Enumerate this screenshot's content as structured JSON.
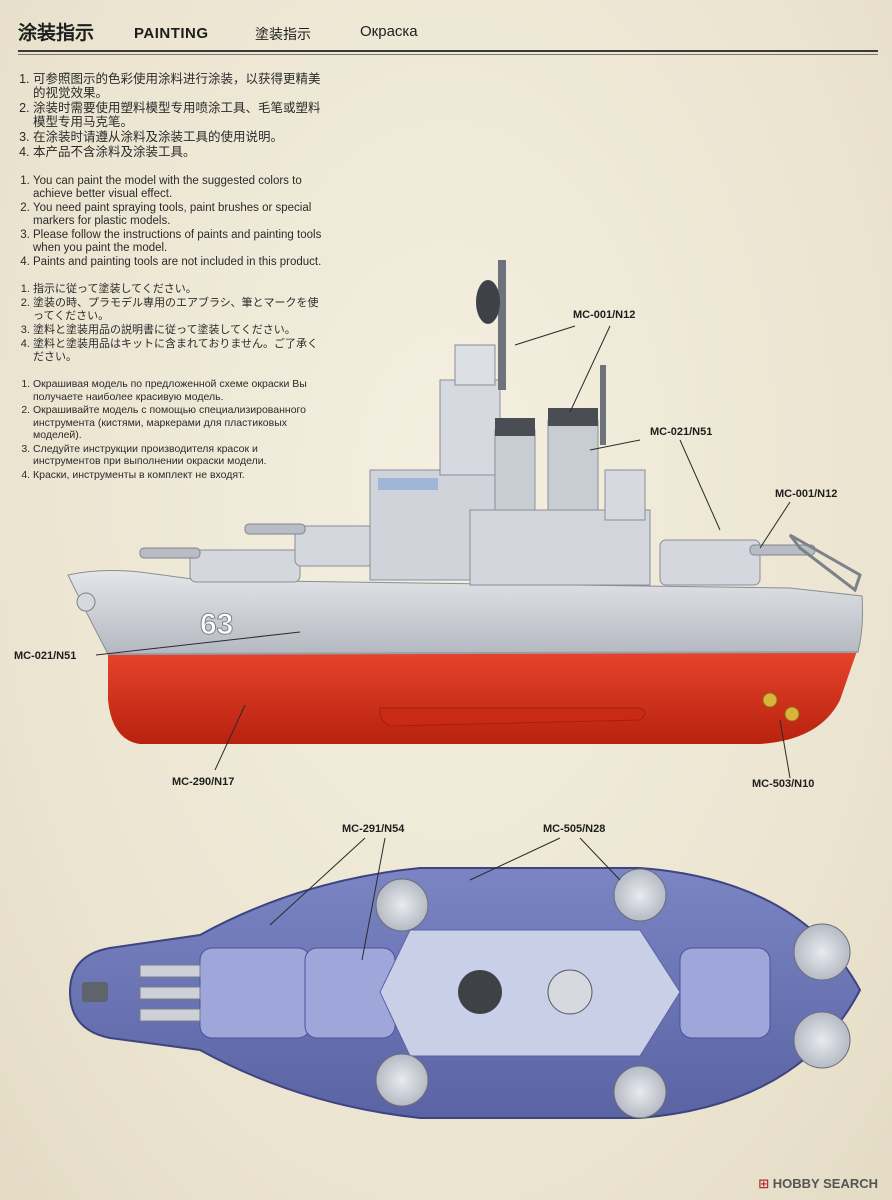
{
  "header": {
    "title_zh": "涂装指示",
    "title_en": "PAINTING",
    "title_ja": "塗装指示",
    "title_ru": "Окраска"
  },
  "instructions": {
    "zh": [
      "可参照图示的色彩使用涂料进行涂装，以获得更精美的视觉效果。",
      "涂装时需要使用塑料模型专用喷涂工具、毛笔或塑料模型专用马克笔。",
      "在涂装时请遵从涂料及涂装工具的使用说明。",
      "本产品不含涂料及涂装工具。"
    ],
    "en": [
      "You can paint the model with the suggested colors to achieve better visual effect.",
      "You need paint spraying tools, paint brushes or special markers for plastic models.",
      "Please follow the instructions of paints and painting tools when you paint the model.",
      "Paints and painting tools are not included in this product."
    ],
    "ja": [
      "指示に従って塗装してください。",
      "塗装の時、プラモデル専用のエアブラシ、筆とマークを使ってください。",
      "塗料と塗装用品の説明書に従って塗装してください。",
      "塗料と塗装用品はキットに含まれておりません。ご了承ください。"
    ],
    "ru": [
      "Окрашивая модель по предложенной схеме окраски Вы получаете наиболее красивую модель.",
      "Окрашивайте модель с помощью специализированного инструмента (кистями, маркерами для пластиковых моделей).",
      "Следуйте инструкции производителя красок и инструментов при выполнении окраски модели.",
      "Краски, инструменты в комплект не входят."
    ]
  },
  "side_view": {
    "hull_number": "63",
    "callouts": {
      "mast": "MC-001/N12",
      "superstructure": "MC-021/N51",
      "crane": "MC-001/N12",
      "hull_upper": "MC-021/N51",
      "hull_lower": "MC-290/N17",
      "propeller": "MC-503/N10"
    }
  },
  "top_view": {
    "callouts": {
      "deck": "MC-291/N54",
      "turrets": "MC-505/N28"
    }
  },
  "colors": {
    "hull_gray": "#c9ccd2",
    "hull_red": "#d8321e",
    "deck_blue": "#6b74b4",
    "propeller_gold": "#d8b43a"
  },
  "footer": {
    "brand_mark": "⊞",
    "brand": "HOBBY SEARCH"
  }
}
